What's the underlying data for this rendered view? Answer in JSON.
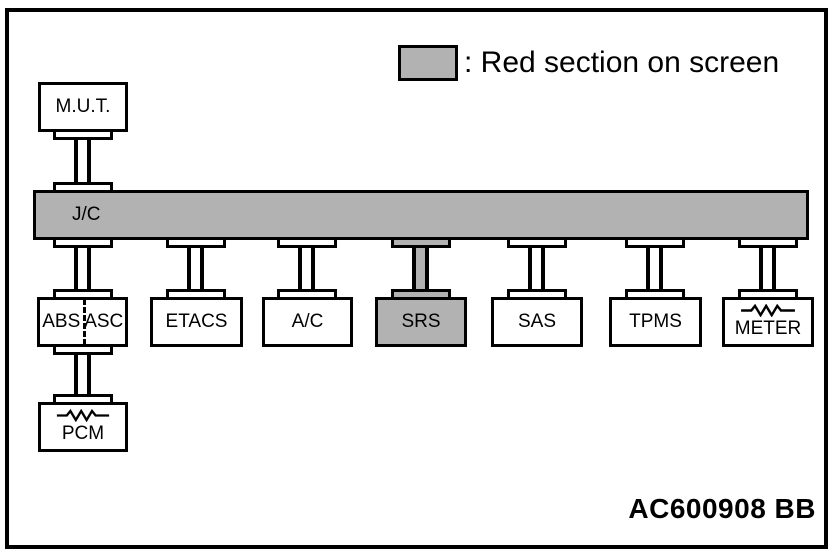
{
  "legend": {
    "label": ": Red section on screen"
  },
  "bus": {
    "label": "J/C"
  },
  "tester": {
    "label": "M.U.T."
  },
  "nodes": [
    {
      "id": "abs-asc",
      "label_left": "ABS",
      "label_right": "ASC"
    },
    {
      "id": "etacs",
      "label": "ETACS"
    },
    {
      "id": "ac",
      "label": "A/C"
    },
    {
      "id": "srs",
      "label": "SRS",
      "highlighted": true
    },
    {
      "id": "sas",
      "label": "SAS"
    },
    {
      "id": "tpms",
      "label": "TPMS"
    },
    {
      "id": "meter",
      "label": "METER",
      "resistor": true
    }
  ],
  "pcm": {
    "label": "PCM",
    "resistor": true
  },
  "figure_code": "AC600908 BB",
  "colors": {
    "highlight": "#b2b2b2",
    "line": "#000000",
    "background": "#ffffff"
  }
}
